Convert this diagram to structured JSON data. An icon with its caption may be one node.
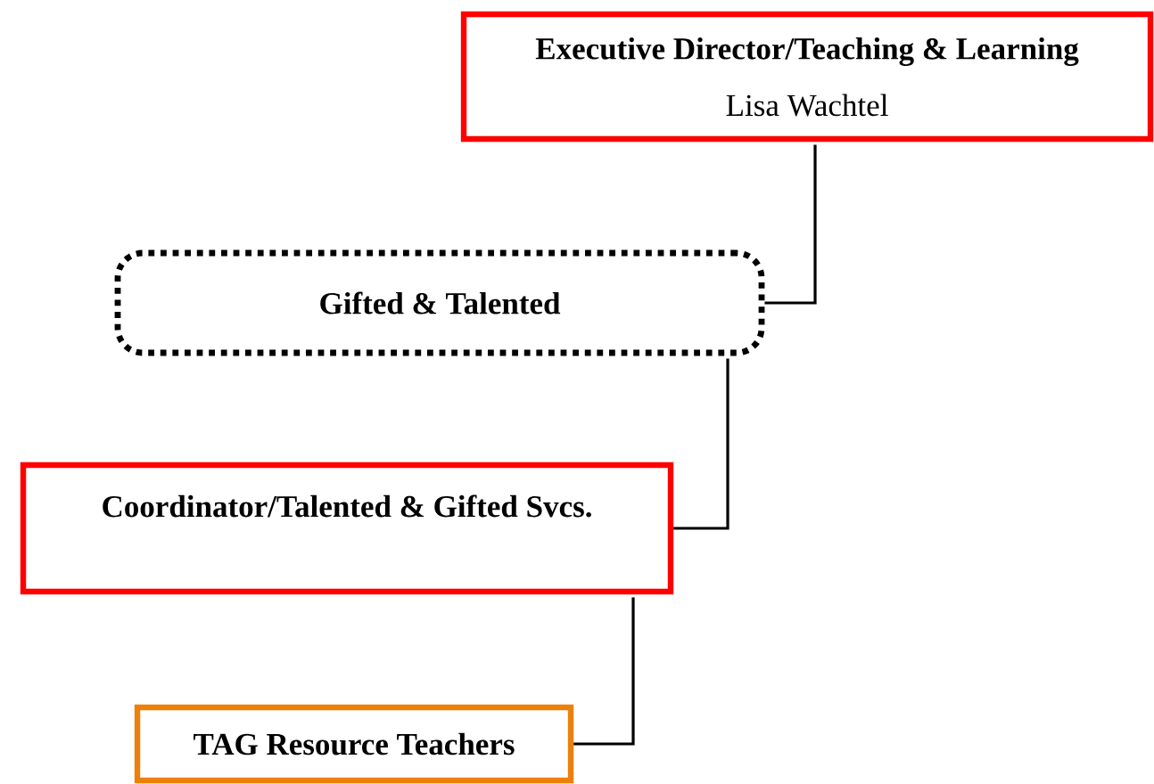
{
  "diagram": {
    "nodes": [
      {
        "text": [
          "Executive Director/Teaching & Learning",
          "Lisa Wachtel"
        ]
      },
      {
        "text": [
          "Gifted & Talented"
        ]
      },
      {
        "text": [
          "Coordinator/Talented & Gifted Svcs."
        ]
      },
      {
        "text": [
          "TAG Resource Teachers"
        ]
      }
    ],
    "edges": [
      {
        "from": 0,
        "to": 1,
        "arrow": "none"
      },
      {
        "from": 1,
        "to": 2,
        "arrow": "none"
      },
      {
        "from": 2,
        "to": 3,
        "arrow": "none"
      }
    ]
  }
}
